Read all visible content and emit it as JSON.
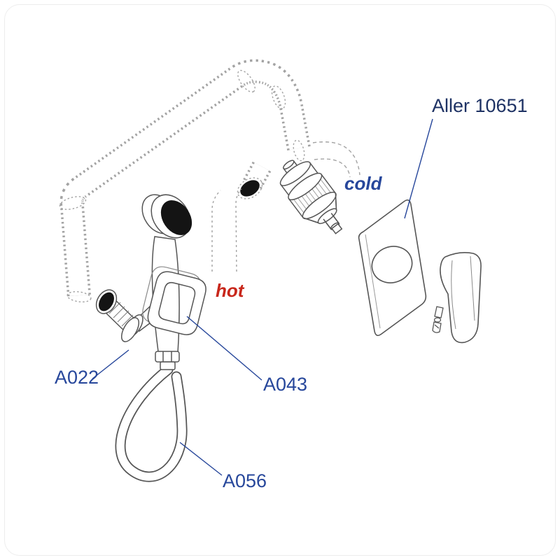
{
  "diagram": {
    "labels": {
      "model": {
        "text": "Aller 10651",
        "color": "#1e3264"
      },
      "cold": {
        "text": "cold",
        "color": "#27479b"
      },
      "hot": {
        "text": "hot",
        "color": "#c8271b"
      },
      "a022": {
        "text": "A022",
        "color": "#27479b"
      },
      "a043": {
        "text": "A043",
        "color": "#27479b"
      },
      "a056": {
        "text": "A056",
        "color": "#27479b"
      }
    },
    "colors": {
      "solid_outline": "#555555",
      "hidden_outline": "#a3a3a3",
      "leader": "#27479b",
      "port_fill": "#141414",
      "background": "#ffffff"
    }
  }
}
